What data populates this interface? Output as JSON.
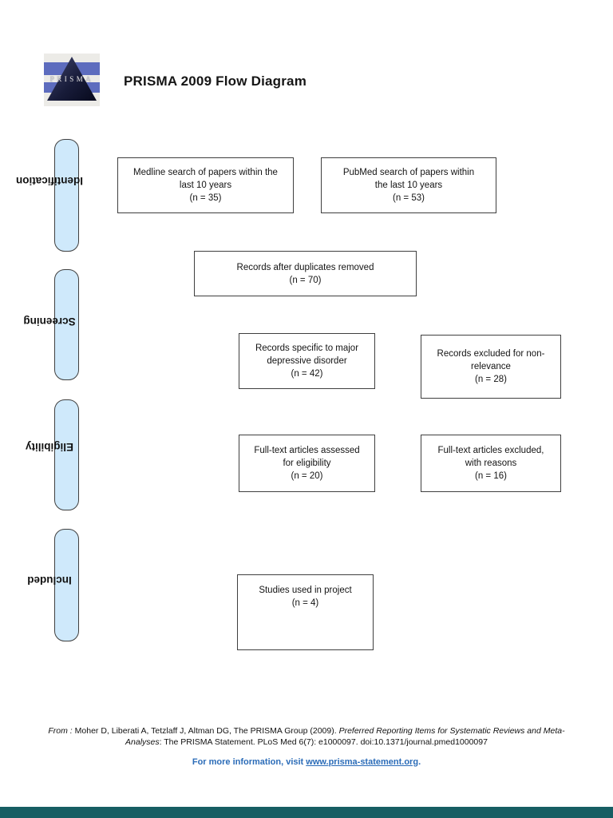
{
  "header": {
    "title": "PRISMA 2009 Flow Diagram",
    "logo_text": "PRISMA"
  },
  "stages": [
    {
      "label": "Identification"
    },
    {
      "label": "Screening"
    },
    {
      "label": "Eligibility"
    },
    {
      "label": "Included"
    }
  ],
  "boxes": {
    "medline": {
      "lines": [
        "Medline search of papers within the",
        "last 10 years",
        "(n = 35)"
      ]
    },
    "pubmed": {
      "lines": [
        "PubMed search of papers within",
        "the last 10 years",
        "(n = 53)"
      ]
    },
    "duplicates": {
      "lines": [
        "Records after duplicates removed",
        "(n = 70)"
      ]
    },
    "specific": {
      "lines": [
        "Records specific to major",
        "depressive disorder",
        "(n = 42)"
      ]
    },
    "excluded": {
      "lines": [
        "Records excluded for non-",
        "relevance",
        "(n = 28)"
      ]
    },
    "fulltext": {
      "lines": [
        "Full-text articles assessed",
        "for eligibility",
        "(n = 20)"
      ]
    },
    "fulltext_excluded": {
      "lines": [
        "Full-text articles excluded,",
        "with reasons",
        "(n = 16)"
      ]
    },
    "included": {
      "lines": [
        "Studies used in project",
        "(n = 4)"
      ]
    }
  },
  "footer": {
    "from_label": "From :",
    "citation_line1_authors": "  Moher D, Liberati A, Tetzlaff J, Altman DG, The PRISMA Group (2009). ",
    "citation_line1_italic": "Preferred Reporting Items for Systematic Reviews and Meta-",
    "citation_line2_italic": "Analyses",
    "citation_line2_rest": ": The PRISMA Statement. PLoS Med 6(7): e1000097. doi:10.1371/journal.pmed1000097",
    "info_prefix": "For more information, visit ",
    "info_link": "www.prisma-statement.org",
    "info_suffix": "."
  },
  "colors": {
    "stage_fill": "#cfe9fb",
    "box_border": "#3f3f3f",
    "info_blue": "#2b6cb8",
    "bottom_bar": "#175e63",
    "logo_blue": "#5d6cbe"
  }
}
